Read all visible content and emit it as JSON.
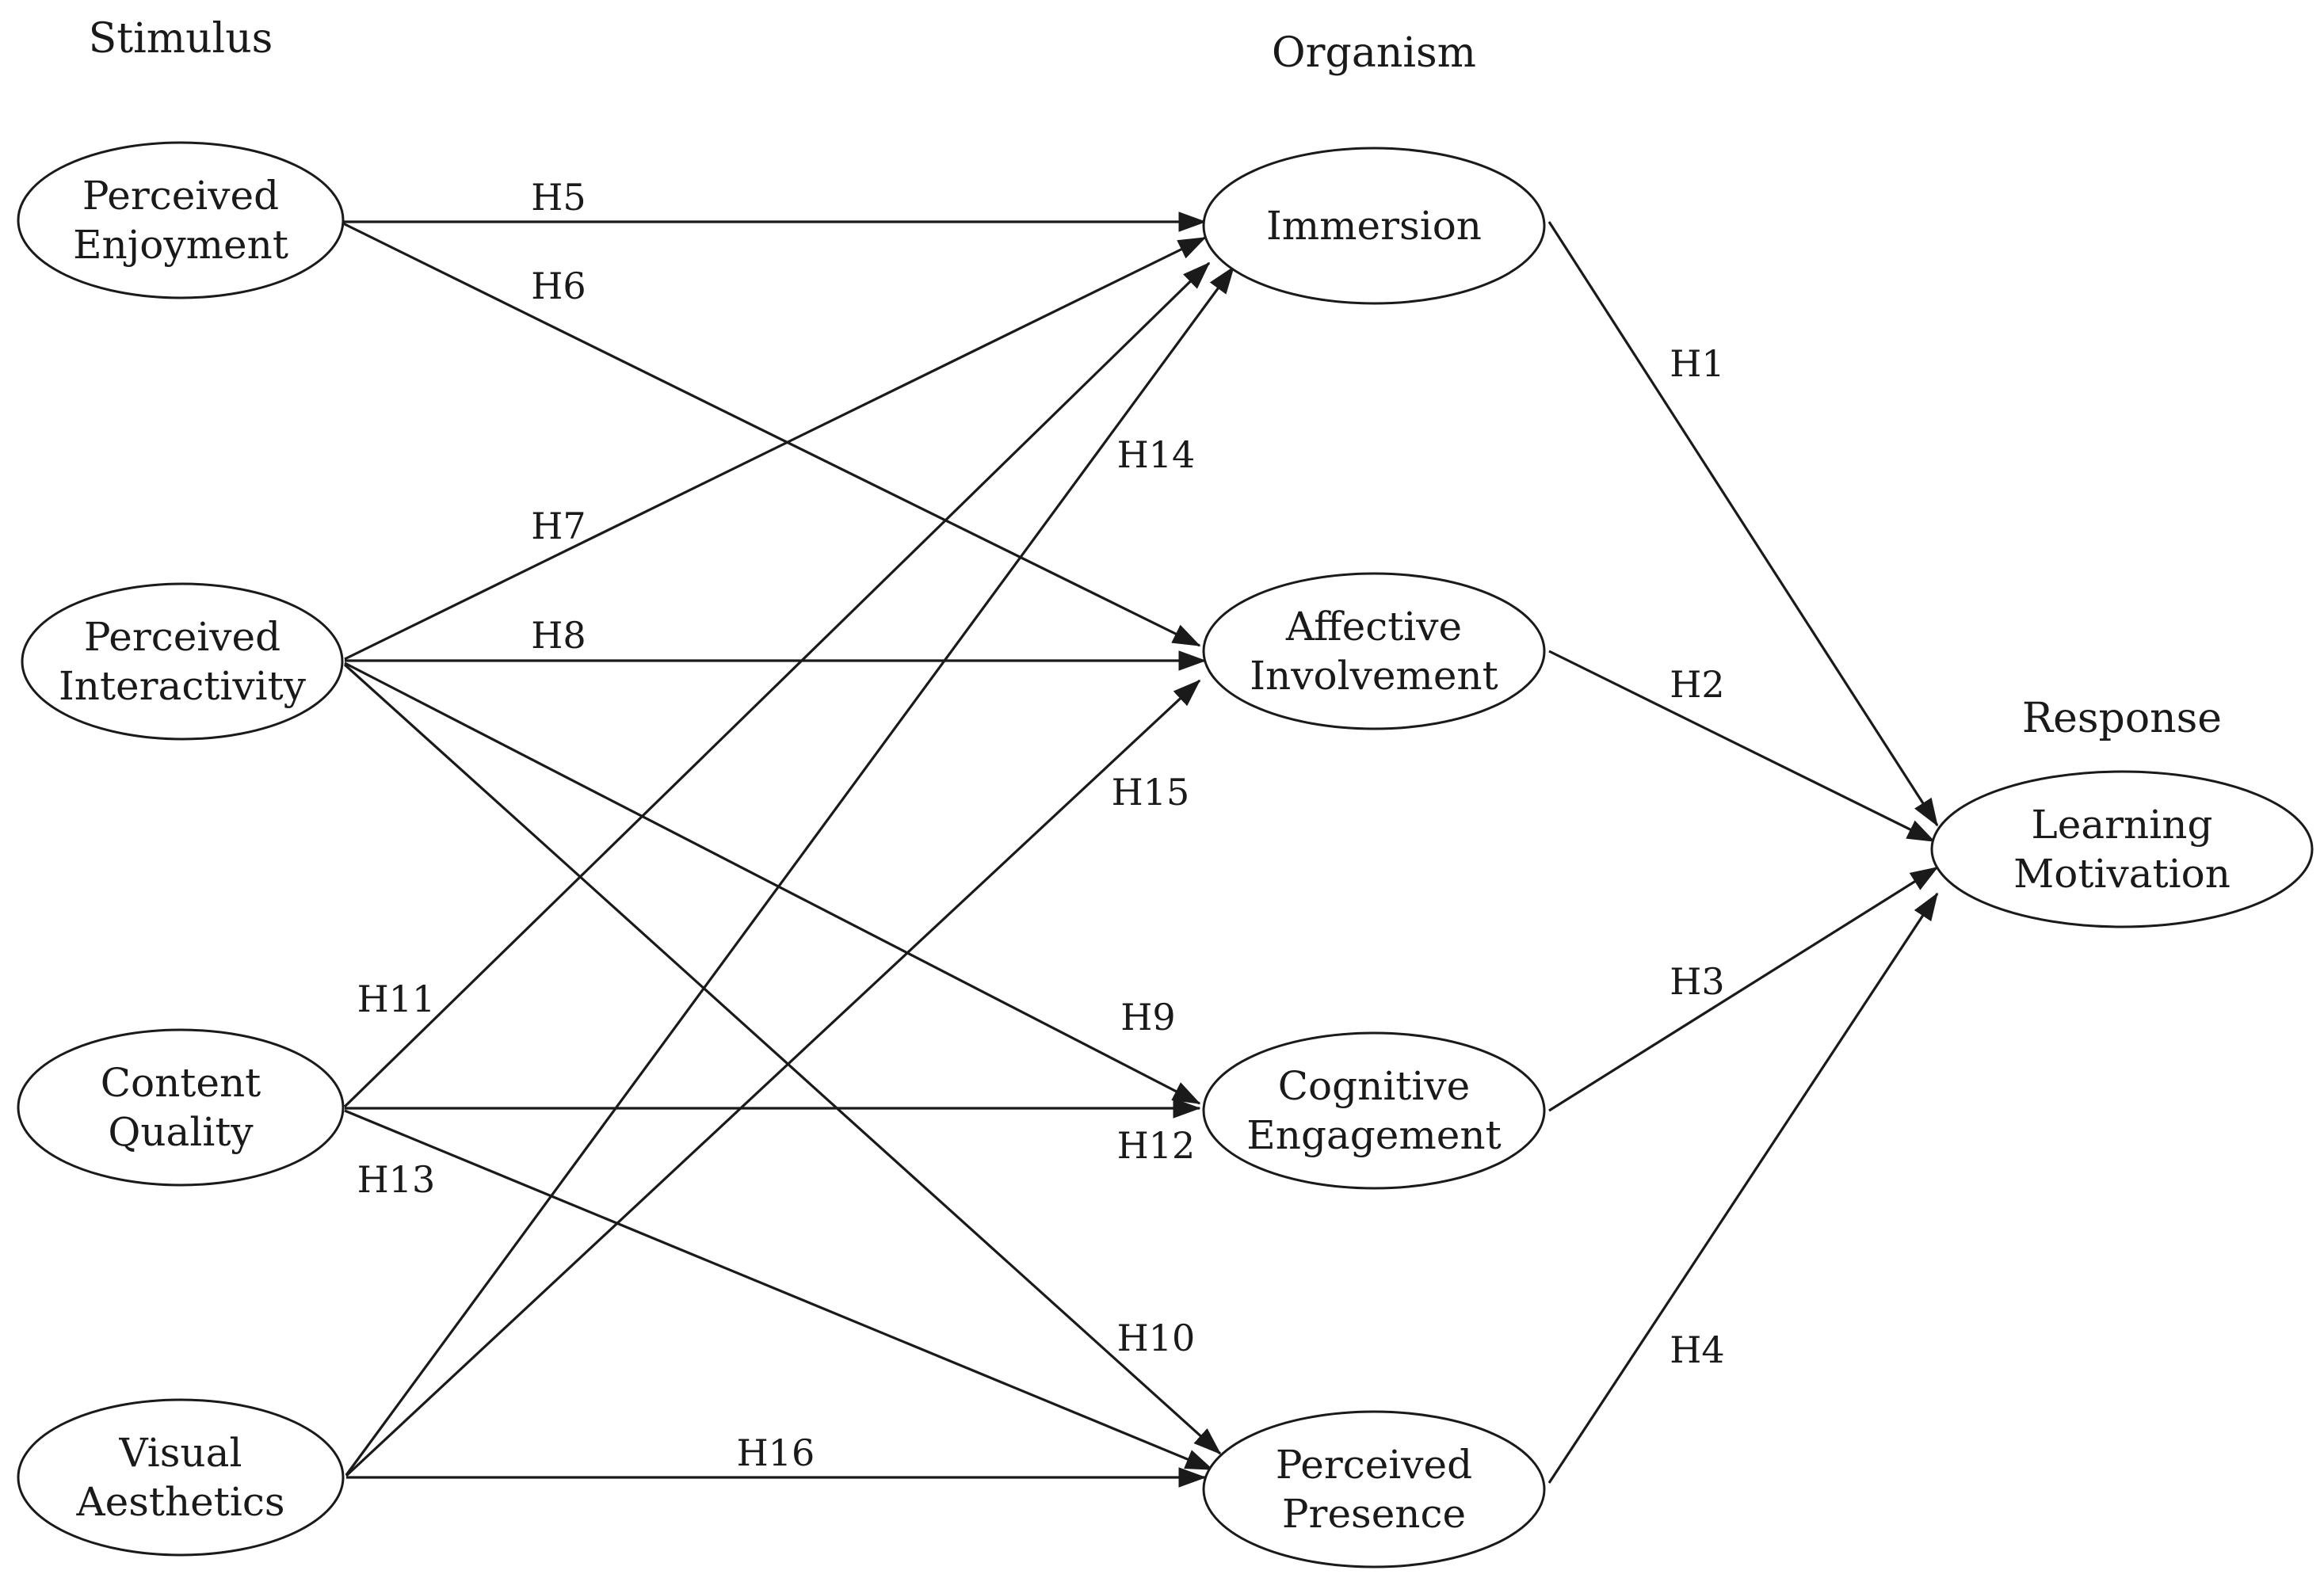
{
  "headers": {
    "stimulus": "Stimulus",
    "organism": "Organism",
    "response": "Response"
  },
  "nodes": {
    "perceived_enjoyment": {
      "lines": [
        "Perceived",
        "Enjoyment"
      ]
    },
    "perceived_interactivity": {
      "lines": [
        "Perceived",
        "Interactivity"
      ]
    },
    "content_quality": {
      "lines": [
        "Content",
        "Quality"
      ]
    },
    "visual_aesthetics": {
      "lines": [
        "Visual",
        "Aesthetics"
      ]
    },
    "immersion": {
      "lines": [
        "Immersion"
      ]
    },
    "affective_involvement": {
      "lines": [
        "Affective",
        "Involvement"
      ]
    },
    "cognitive_engagement": {
      "lines": [
        "Cognitive",
        "Engagement"
      ]
    },
    "perceived_presence": {
      "lines": [
        "Perceived",
        "Presence"
      ]
    },
    "learning_motivation": {
      "lines": [
        "Learning",
        "Motivation"
      ]
    }
  },
  "edges": [
    {
      "label": "H1",
      "from": "immersion",
      "to": "learning_motivation"
    },
    {
      "label": "H2",
      "from": "affective_involvement",
      "to": "learning_motivation"
    },
    {
      "label": "H3",
      "from": "cognitive_engagement",
      "to": "learning_motivation"
    },
    {
      "label": "H4",
      "from": "perceived_presence",
      "to": "learning_motivation"
    },
    {
      "label": "H5",
      "from": "perceived_enjoyment",
      "to": "immersion"
    },
    {
      "label": "H6",
      "from": "perceived_enjoyment",
      "to": "affective_involvement"
    },
    {
      "label": "H7",
      "from": "perceived_interactivity",
      "to": "immersion"
    },
    {
      "label": "H8",
      "from": "perceived_interactivity",
      "to": "affective_involvement"
    },
    {
      "label": "H9",
      "from": "perceived_interactivity",
      "to": "cognitive_engagement"
    },
    {
      "label": "H10",
      "from": "perceived_interactivity",
      "to": "perceived_presence"
    },
    {
      "label": "H11",
      "from": "content_quality",
      "to": "immersion"
    },
    {
      "label": "H12",
      "from": "content_quality",
      "to": "cognitive_engagement"
    },
    {
      "label": "H13",
      "from": "content_quality",
      "to": "perceived_presence"
    },
    {
      "label": "H14",
      "from": "visual_aesthetics",
      "to": "immersion"
    },
    {
      "label": "H15",
      "from": "visual_aesthetics",
      "to": "affective_involvement"
    },
    {
      "label": "H16",
      "from": "visual_aesthetics",
      "to": "perceived_presence"
    }
  ]
}
